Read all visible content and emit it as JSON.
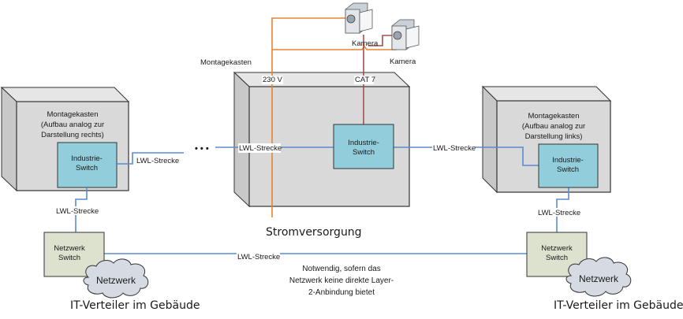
{
  "diagram": {
    "left_box": {
      "title_lines": [
        "Montagekasten",
        "(Aufbau analog zur",
        "Darstellung rechts)"
      ],
      "switch_lines": [
        "Industrie-",
        "Switch"
      ]
    },
    "center_box": {
      "title": "Montagekasten",
      "switch_lines": [
        "Industrie-",
        "Switch"
      ],
      "power_label": "230 V",
      "cat_label": "CAT 7",
      "power_caption": "Stromversorgung"
    },
    "right_box": {
      "title_lines": [
        "Montagekasten",
        "(Aufbau analog zur",
        "Darstellung links)"
      ],
      "switch_lines": [
        "Industrie-",
        "Switch"
      ]
    },
    "cameras": [
      {
        "label": "Kamera"
      },
      {
        "label": "Kamera"
      }
    ],
    "links": {
      "left_to_center": "LWL-Strecke",
      "center_left": "LWL-Strecke",
      "center_to_right": "LWL-Strecke",
      "left_down": "LWL-Strecke",
      "right_down": "LWL-Strecke",
      "bottom": "LWL-Strecke",
      "ellipsis": "• • •"
    },
    "left_network": {
      "switch_lines": [
        "Netzwerk",
        "Switch"
      ],
      "cloud_label": "Netzwerk",
      "caption": "IT-Verteiler im Gebäude"
    },
    "right_network": {
      "switch_lines": [
        "Netzwerk",
        "Switch"
      ],
      "cloud_label": "Netzwerk",
      "caption": "IT-Verteiler im Gebäude"
    },
    "note_lines": [
      "Notwendig, sofern das",
      "Netzwerk keine direkte Layer-",
      "2-Anbindung bietet"
    ],
    "colors": {
      "fiber": "#5b8bd0",
      "power": "#e8822e",
      "cat": "#a0504a",
      "box_fill": "#d9d9d9",
      "switch_fill": "#92cddc",
      "net_switch_fill": "#dde2cf",
      "cloud_fill": "#d6dbe3"
    }
  }
}
